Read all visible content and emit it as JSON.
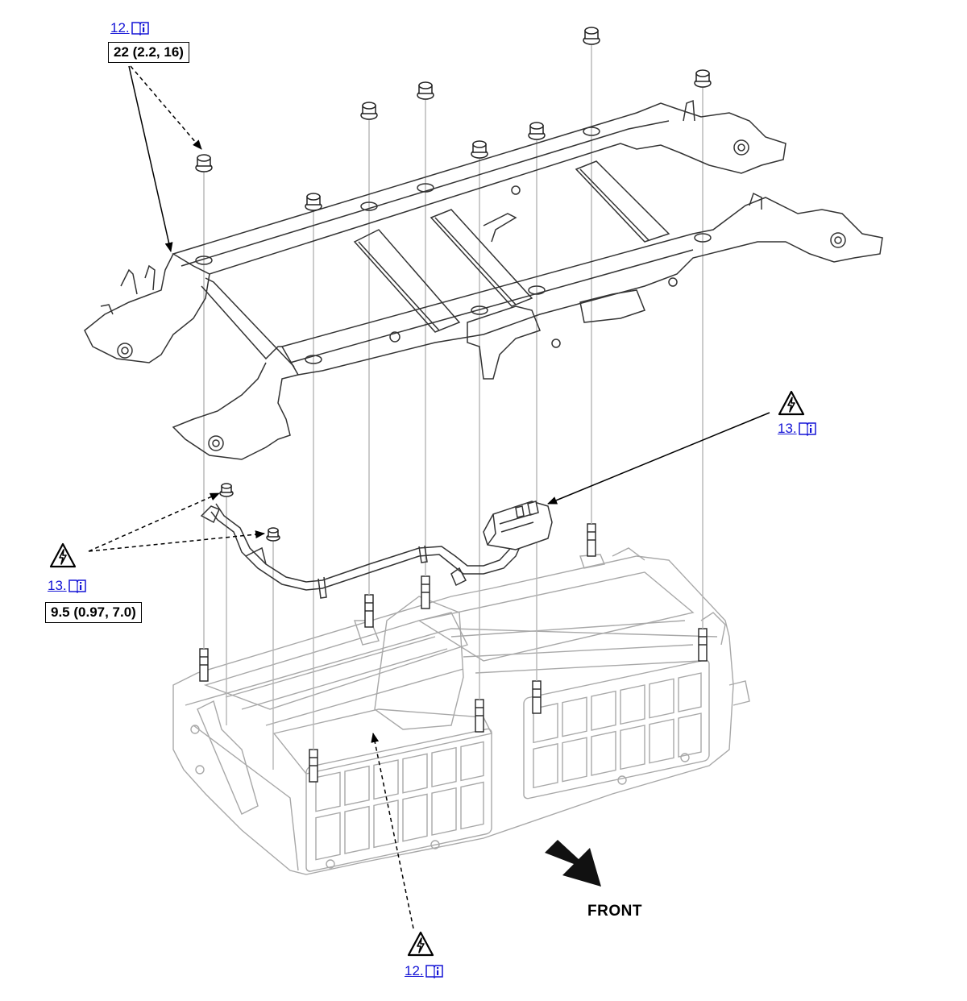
{
  "callouts": {
    "top_left_ref": "12.",
    "top_left_torque": "22 (2.2, 16)",
    "right_ref": "13.",
    "left_ref": "13.",
    "left_torque": "9.5 (0.97, 7.0)",
    "bottom_ref": "12."
  },
  "direction_label": "FRONT",
  "colors": {
    "link": "#1515d6",
    "line_art": "#333333",
    "light_line_art": "#a8a8a8",
    "leader": "#000000"
  },
  "icons": {
    "manual_reference": "book-info-icon",
    "high_voltage_warning": "high-voltage-warning-icon",
    "direction": "front-arrow-icon"
  }
}
